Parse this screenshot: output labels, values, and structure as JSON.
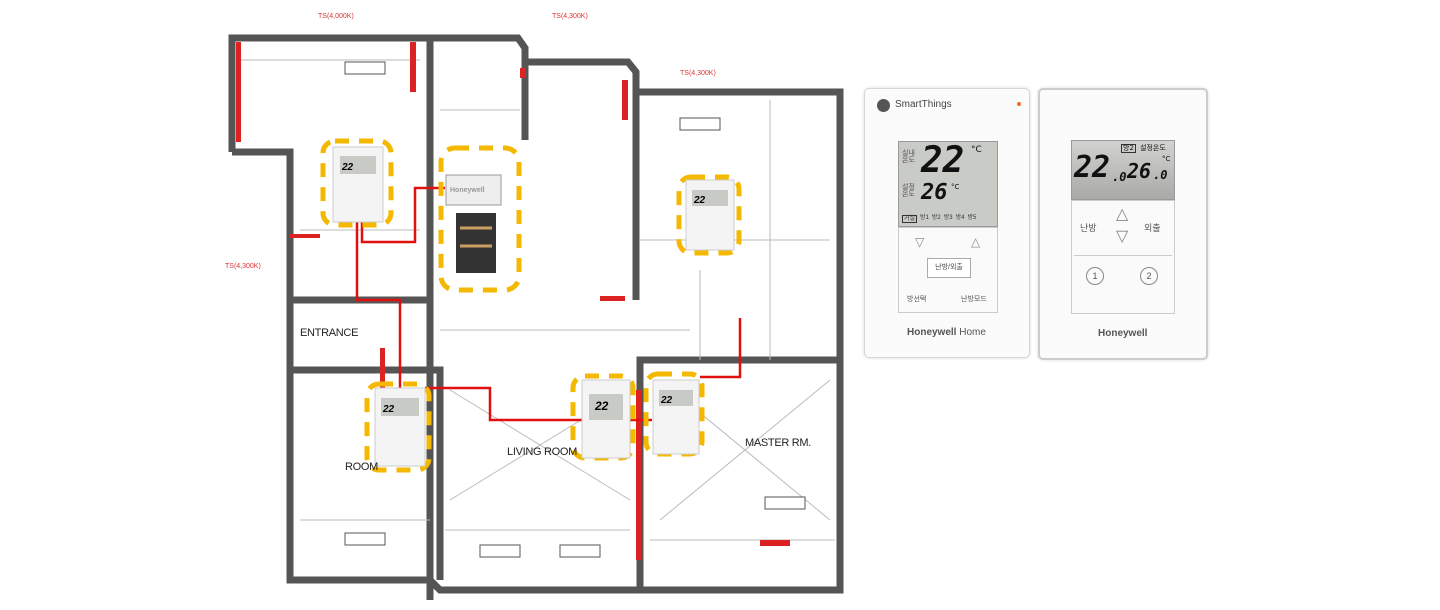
{
  "floor_plan": {
    "rooms": [
      "ENTRANCE",
      "ROOM",
      "LIVING ROOM",
      "MASTER RM."
    ],
    "ts_labels": [
      "TS(4,000K)",
      "TS(4,300K)",
      "TS(4,300K)",
      "TS(4,300K)"
    ],
    "hub_brand": "Honeywell",
    "mini_display": "22",
    "colors": {
      "wall": "#555555",
      "accent_wall": "#dd2222",
      "wiring": "#e01010",
      "highlight": "#f5b800"
    }
  },
  "smartthings_thermostat": {
    "brand_top": "SmartThings",
    "indoor_label": "실내 온도",
    "indoor_temp": "22",
    "set_label": "설정 온도",
    "set_temp": "26",
    "unit": "°C",
    "zones": [
      "거실",
      "방1",
      "방2",
      "방3",
      "방4",
      "방5"
    ],
    "center_button": "난방/외출",
    "room_select": "방선택",
    "heat_mode": "난방모드",
    "brand_bottom": "Honeywell",
    "brand_bottom_suffix": "Home"
  },
  "honeywell_thermostat": {
    "current_temp": "22",
    "current_decimal": ".0",
    "room_badge": "방2",
    "set_label": "설정온도",
    "set_temp": "26",
    "set_decimal": ".0",
    "unit": "°C",
    "heat_label": "난방",
    "away_label": "외출",
    "light1": "1",
    "light2": "2",
    "brand": "Honeywell"
  }
}
